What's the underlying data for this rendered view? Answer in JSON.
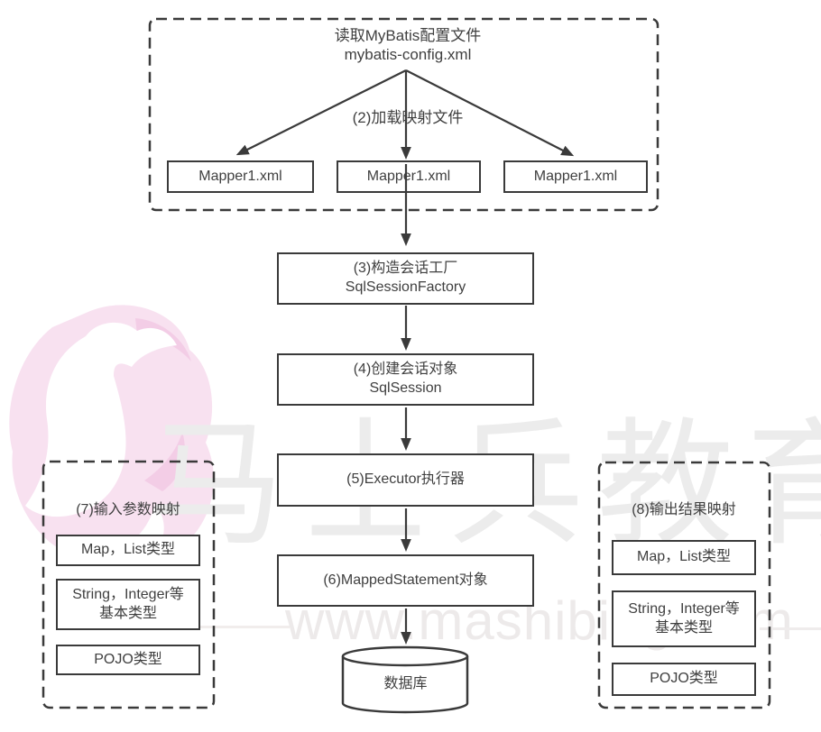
{
  "colors": {
    "stroke": "#3a3a3a",
    "text": "#3f3f3f",
    "watermark_gray": "#ececec",
    "watermark_pink": "#f8e1f0"
  },
  "top_group": {
    "config_title": "读取MyBatis配置文件\nmybatis-config.xml",
    "load_label": "(2)加载映射文件",
    "mappers": [
      {
        "label": "Mapper1.xml"
      },
      {
        "label": "Mapper1.xml"
      },
      {
        "label": "Mapper1.xml"
      }
    ]
  },
  "flow": {
    "factory": "(3)构造会话工厂\nSqlSessionFactory",
    "session": "(4)创建会话对象\nSqlSession",
    "executor": "(5)Executor执行器",
    "mapped_statement": "(6)MappedStatement对象",
    "database": "数据库"
  },
  "input_panel": {
    "title": "(7)输入参数映射",
    "items": [
      {
        "label": "Map，List类型"
      },
      {
        "label": "String，Integer等\n基本类型"
      },
      {
        "label": "POJO类型"
      }
    ]
  },
  "output_panel": {
    "title": "(8)输出结果映射",
    "items": [
      {
        "label": "Map，List类型"
      },
      {
        "label": "String，Integer等\n基本类型"
      },
      {
        "label": "POJO类型"
      }
    ]
  },
  "watermark": {
    "brand": "马士兵教育",
    "url": "www.mashibing.com",
    "logo": "mashibing-horse-head-logo"
  }
}
